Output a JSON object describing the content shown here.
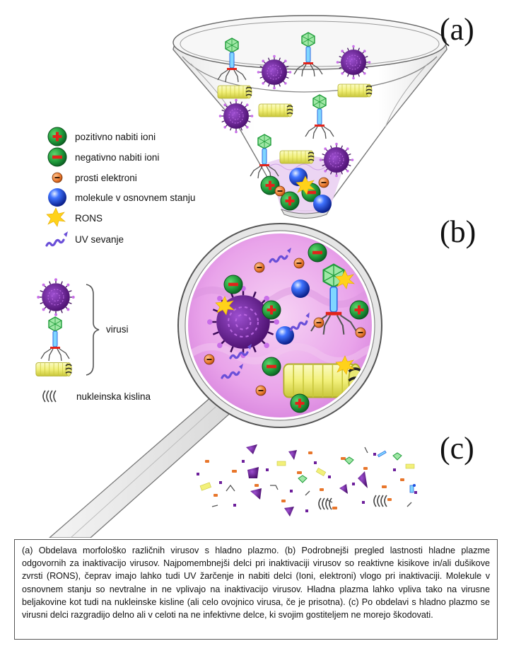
{
  "panels": {
    "a": "(a)",
    "b": "(b)",
    "c": "(c)"
  },
  "legend": {
    "items": [
      {
        "key": "positive-ion",
        "label": "pozitivno nabiti ioni",
        "icon": "positive-ion-icon"
      },
      {
        "key": "negative-ion",
        "label": "negativno nabiti ioni",
        "icon": "negative-ion-icon"
      },
      {
        "key": "electron",
        "label": "prosti elektroni",
        "icon": "electron-icon"
      },
      {
        "key": "ground-molecule",
        "label": "molekule v osnovnem stanju",
        "icon": "molecule-icon"
      },
      {
        "key": "rons",
        "label": "RONS",
        "icon": "rons-star-icon"
      },
      {
        "key": "uv",
        "label": "UV sevanje",
        "icon": "uv-wave-icon"
      }
    ],
    "viruses_label": "virusi",
    "nucleic_label": "nukleinska kislina"
  },
  "colors": {
    "ion_green": "#1e9a3a",
    "ion_dark": "#0b5e22",
    "ion_red": "#e2231a",
    "electron_orange": "#e8762b",
    "molecule_blue": "#1f4fe0",
    "rons_yellow": "#ffd21a",
    "uv_purple": "#6a4fd8",
    "plasma_pink": "#e9a3ea",
    "virus_purple": "#6d1f9b",
    "cylinder_yellow": "#f2f07a"
  },
  "caption": "(a) Obdelava morfološko različnih virusov s hladno plazmo. (b) Podrobnejši pregled lastnosti hladne plazme odgovornih za inaktivacijo virusov. Najpomembnejši delci pri inaktivaciji virusov so reaktivne kisikove in/ali dušikove zvrsti (RONS), čeprav imajo lahko tudi UV žarčenje in nabiti delci (Ioni, elektroni) vlogo pri inaktivaciji. Molekule v osnovnem stanju so nevtralne in ne vplivajo na inaktivacijo virusov. Hladna plazma lahko vpliva tako na virusne beljakovine kot tudi na nukleinske kisline (ali celo ovojnico virusa, če je prisotna). (c) Po obdelavi s hladno plazmo se virusni delci razgradijo delno ali v celoti na ne infektivne delce, ki svojim gostiteljem ne morejo škodovati."
}
